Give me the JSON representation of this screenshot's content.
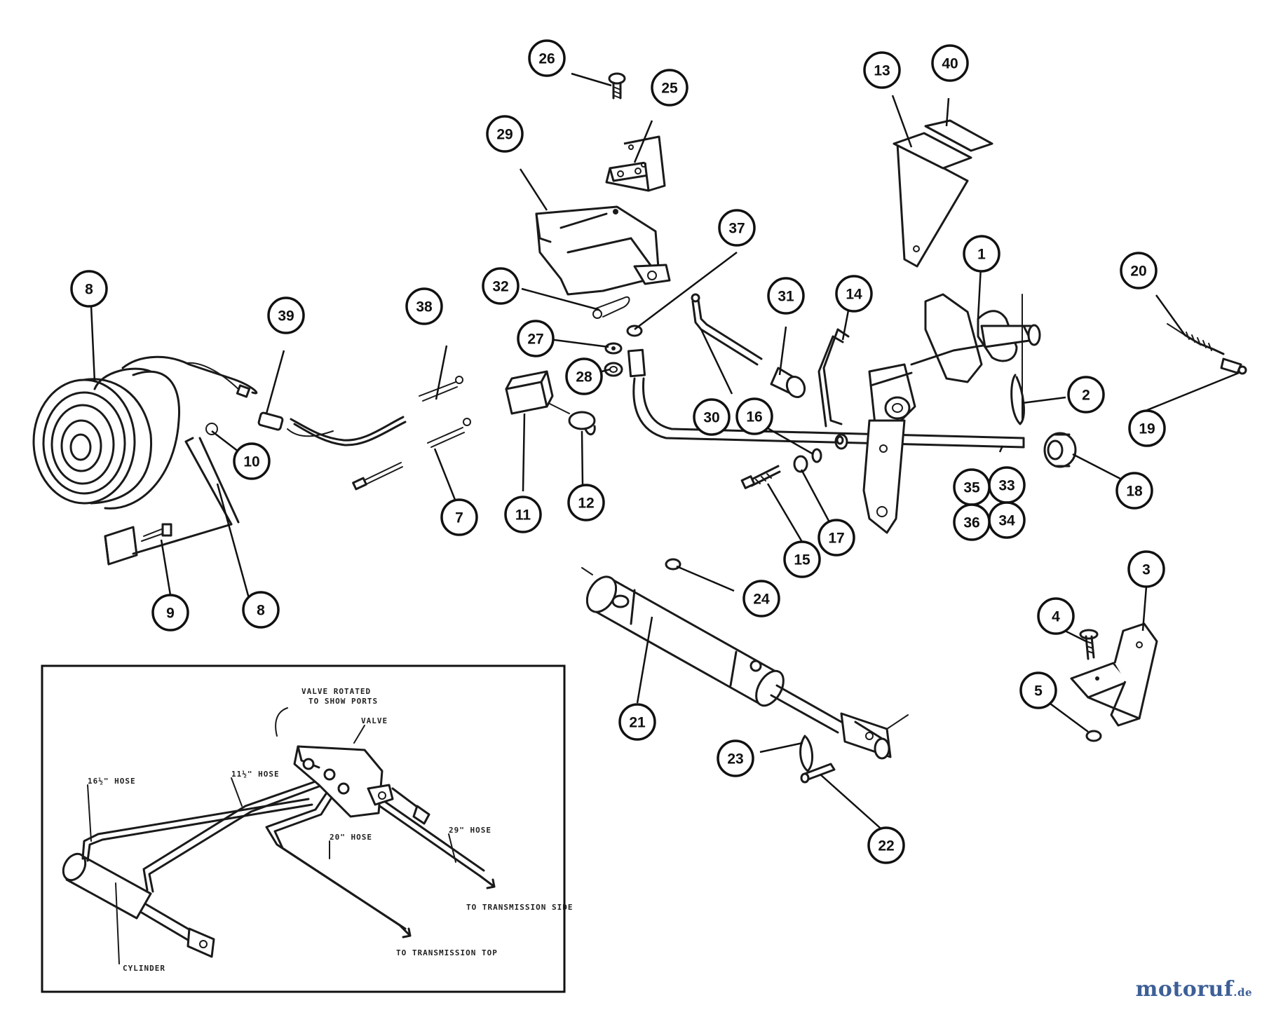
{
  "callouts": [
    {
      "id": "c1",
      "label": "1"
    },
    {
      "id": "c2",
      "label": "2"
    },
    {
      "id": "c3",
      "label": "3"
    },
    {
      "id": "c4",
      "label": "4"
    },
    {
      "id": "c5",
      "label": "5"
    },
    {
      "id": "c7",
      "label": "7"
    },
    {
      "id": "c8a",
      "label": "8"
    },
    {
      "id": "c8b",
      "label": "8"
    },
    {
      "id": "c9",
      "label": "9"
    },
    {
      "id": "c10",
      "label": "10"
    },
    {
      "id": "c11",
      "label": "11"
    },
    {
      "id": "c12",
      "label": "12"
    },
    {
      "id": "c13",
      "label": "13"
    },
    {
      "id": "c14",
      "label": "14"
    },
    {
      "id": "c15",
      "label": "15"
    },
    {
      "id": "c16",
      "label": "16"
    },
    {
      "id": "c17",
      "label": "17"
    },
    {
      "id": "c18",
      "label": "18"
    },
    {
      "id": "c19",
      "label": "19"
    },
    {
      "id": "c20",
      "label": "20"
    },
    {
      "id": "c21",
      "label": "21"
    },
    {
      "id": "c22",
      "label": "22"
    },
    {
      "id": "c23",
      "label": "23"
    },
    {
      "id": "c24",
      "label": "24"
    },
    {
      "id": "c25",
      "label": "25"
    },
    {
      "id": "c26",
      "label": "26"
    },
    {
      "id": "c27",
      "label": "27"
    },
    {
      "id": "c28",
      "label": "28"
    },
    {
      "id": "c29",
      "label": "29"
    },
    {
      "id": "c30",
      "label": "30"
    },
    {
      "id": "c31",
      "label": "31"
    },
    {
      "id": "c32",
      "label": "32"
    },
    {
      "id": "c33",
      "label": "33"
    },
    {
      "id": "c34",
      "label": "34"
    },
    {
      "id": "c35",
      "label": "35"
    },
    {
      "id": "c36",
      "label": "36"
    },
    {
      "id": "c37",
      "label": "37"
    },
    {
      "id": "c38",
      "label": "38"
    },
    {
      "id": "c39",
      "label": "39"
    },
    {
      "id": "c40",
      "label": "40"
    }
  ],
  "inset": {
    "labels": {
      "valve_rotated": "VALVE ROTATED",
      "to_show_ports": "TO SHOW PORTS",
      "valve": "VALVE",
      "hose_16": "16½\" HOSE",
      "hose_11": "11½\" HOSE",
      "hose_20": "20\" HOSE",
      "hose_29": "29\" HOSE",
      "to_transmission_side": "TO TRANSMISSION SIDE",
      "to_transmission_top": "TO TRANSMISSION TOP",
      "cylinder": "CYLINDER"
    }
  },
  "watermark": {
    "brand": "motoruf",
    "tld": ".de"
  }
}
